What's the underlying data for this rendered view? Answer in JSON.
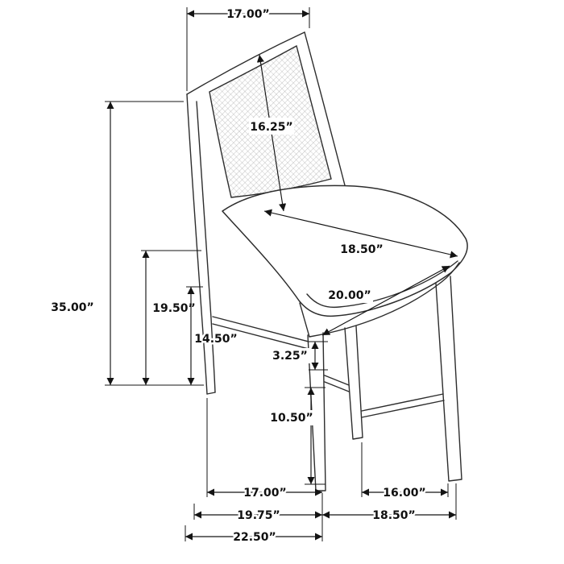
{
  "dims": {
    "back_top_width": "17.00”",
    "backrest_diagonal": "16.25”",
    "overall_height": "35.00”",
    "back_post_height": "19.50”",
    "lower_back_height": "14.50”",
    "seat_depth": "18.50”",
    "seat_width": "20.00”",
    "rail_drop": "3.25”",
    "leg_height": "10.50”",
    "base_front_span": "17.00”",
    "base_side_span": "16.00”",
    "base_front_outer": "19.75”",
    "base_side_outer": "18.50”",
    "base_overall_width": "22.50”"
  }
}
